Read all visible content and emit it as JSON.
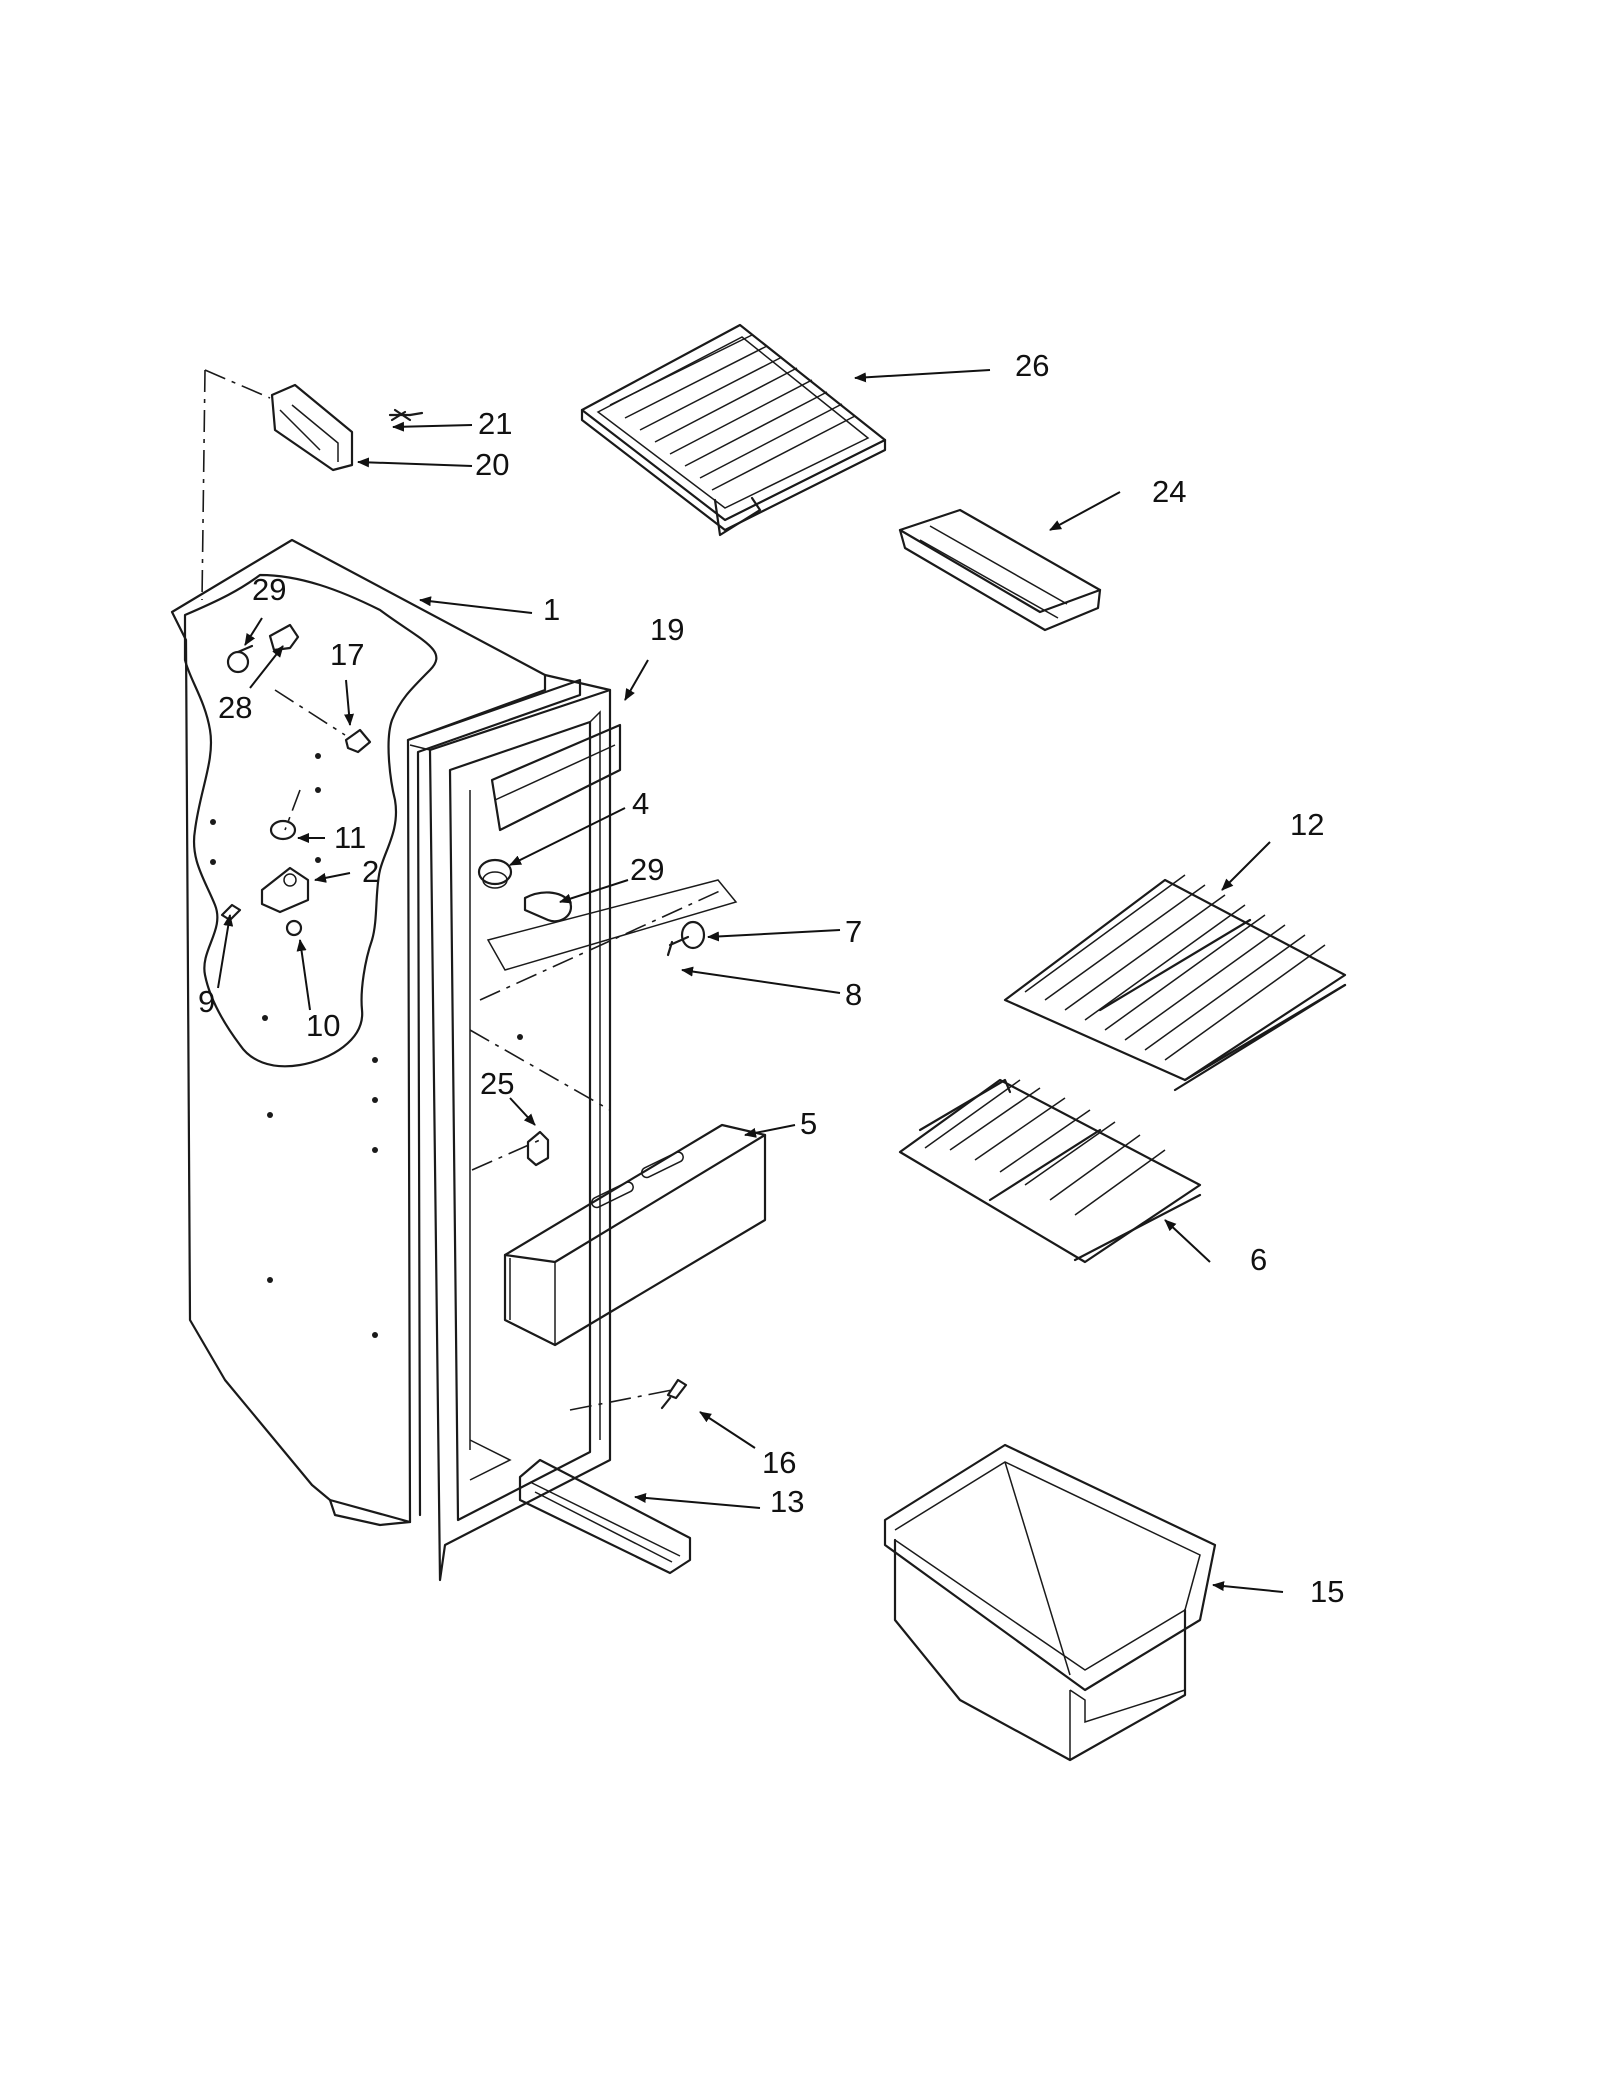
{
  "callouts": {
    "c1": "1",
    "c2": "2",
    "c4": "4",
    "c5": "5",
    "c6": "6",
    "c7": "7",
    "c8": "8",
    "c9": "9",
    "c10": "10",
    "c11": "11",
    "c12": "12",
    "c13": "13",
    "c15": "15",
    "c16": "16",
    "c17": "17",
    "c19": "19",
    "c20": "20",
    "c21": "21",
    "c24": "24",
    "c25": "25",
    "c26": "26",
    "c28": "28",
    "c29a": "29",
    "c29b": "29"
  },
  "colors": {
    "line": "#1a1a1a",
    "background": "#ffffff"
  }
}
